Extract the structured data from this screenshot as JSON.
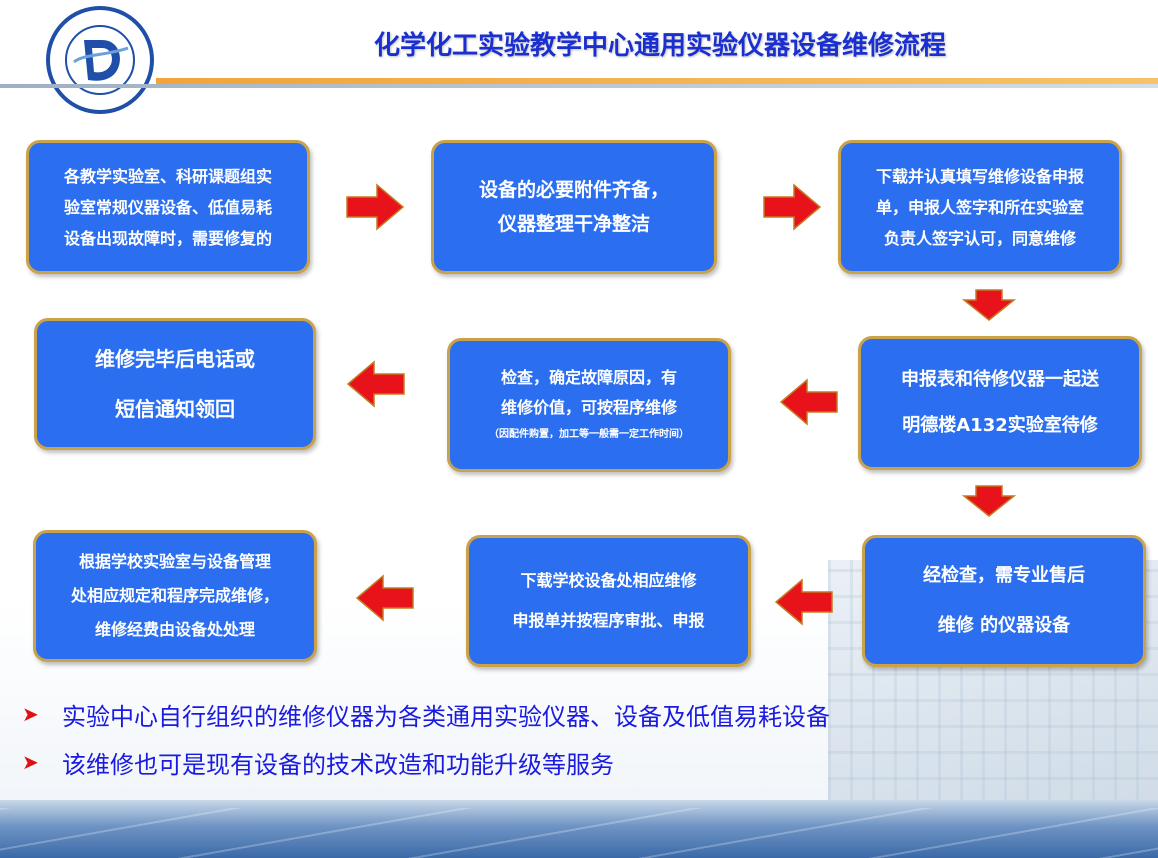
{
  "title": "化学化工实验教学中心通用实验仪器设备维修流程",
  "steps": [
    {
      "id": "s1",
      "lines": [
        "各教学实验室、科研课题组实",
        "验室常规仪器设备、低值易耗",
        "设备出现故障时，需要修复的"
      ]
    },
    {
      "id": "s2",
      "lines": [
        "设备的必要附件齐备，",
        "仪器整理干净整洁"
      ]
    },
    {
      "id": "s3",
      "lines": [
        "下载并认真填写维修设备申报",
        "单，申报人签字和所在实验室",
        "负责人签字认可，同意维修"
      ]
    },
    {
      "id": "s4",
      "lines": [
        "申报表和待修仪器一起送",
        "明德楼A132实验室待修"
      ]
    },
    {
      "id": "s5",
      "lines": [
        "检查，确定故障原因，有",
        "维修价值，可按程序维修"
      ],
      "note": "（因配件购置，加工等一般需一定工作时间）"
    },
    {
      "id": "s6",
      "lines": [
        "维修完毕后电话或",
        "短信通知领回"
      ]
    },
    {
      "id": "s7",
      "lines": [
        "经检查，需专业售后",
        "维修 的仪器设备"
      ]
    },
    {
      "id": "s8",
      "lines": [
        "下载学校设备处相应维修",
        "申报单并按程序审批、申报"
      ]
    },
    {
      "id": "s9",
      "lines": [
        "根据学校实验室与设备管理",
        "处相应规定和程序完成维修，",
        "维修经费由设备处处理"
      ]
    }
  ],
  "bullets": [
    "实验中心自行组织的维修仪器为各类通用实验仪器、设备及低值易耗设备",
    "该维修也可是现有设备的技术改造和功能升级等服务"
  ],
  "colors": {
    "box_fill": "#2b6ff0",
    "box_border": "#c9a24a",
    "arrow_fill": "#e8121a",
    "title": "#1a2fd0",
    "bullet_text": "#1a1ae0",
    "bullet_mark": "#e01010"
  }
}
